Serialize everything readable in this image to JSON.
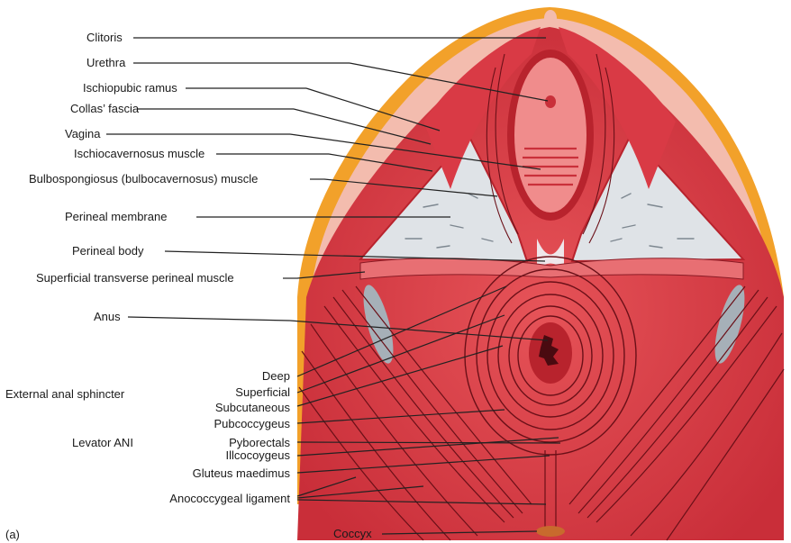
{
  "figure": {
    "panel_label": "(a)",
    "labels": {
      "clitoris": "Clitoris",
      "urethra": "Urethra",
      "ischiopubic_ramus": "Ischiopubic ramus",
      "collas_fascia": "Collas’ fascia",
      "vagina": "Vagina",
      "ischiocavernosus": "Ischiocavernosus muscle",
      "bulbospongiosus": "Bulbospongiosus (bulbocavernosus) muscle",
      "perineal_membrane": "Perineal membrane",
      "perineal_body": "Perineal body",
      "superficial_transverse": "Superficial transverse perineal muscle",
      "anus": "Anus",
      "deep": "Deep",
      "superficial": "Superficial",
      "subcutaneous": "Subcutaneous",
      "pubococcygeus": "Pubcoccygeus",
      "pyborectals": "Pyborectals",
      "illcocoygeus": "Illcocoygeus",
      "gluteus": "Gluteus maedimus",
      "anococcygeal": "Anococcygeal ligament",
      "coccyx": "Coccyx",
      "external_anal_sphincter": "External anal sphincter",
      "levator_ani": "Levator ANI"
    },
    "colors": {
      "fat": "#f2a12a",
      "skin": "#f0b3a4",
      "muscle": "#e0434b",
      "muscle_dark": "#b8232d",
      "membrane": "#dde2e6",
      "leader": "#222222"
    }
  }
}
